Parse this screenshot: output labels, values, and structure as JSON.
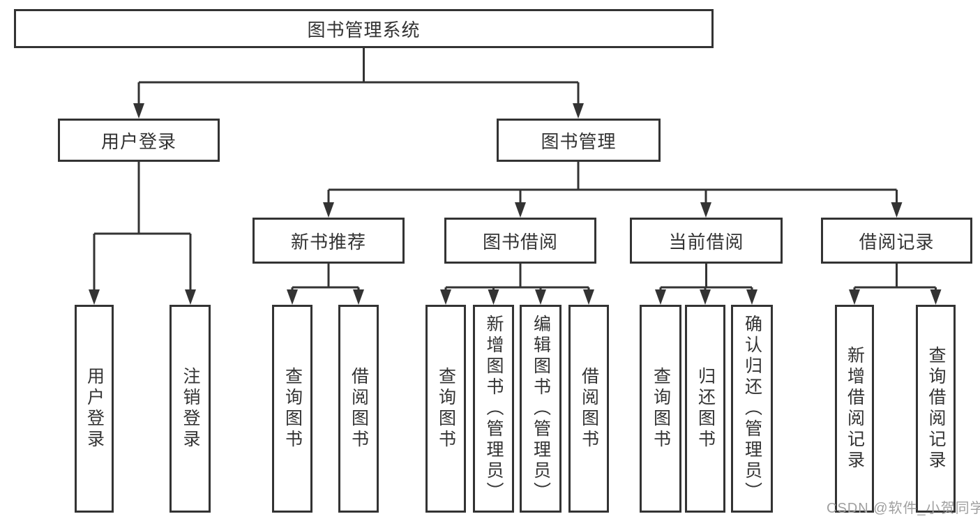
{
  "diagram": {
    "title": "图书管理系统",
    "type": "hierarchy-tree",
    "colors": {
      "line": "#333333",
      "text": "#333333",
      "box_background": "#ffffff",
      "page_background": "#ffffff",
      "watermark": "#9f9f9f"
    },
    "nodes": {
      "root": {
        "label": "图书管理系统"
      },
      "user_login": {
        "label": "用户登录"
      },
      "book_management": {
        "label": "图书管理"
      },
      "new_book_recommend": {
        "label": "新书推荐"
      },
      "book_borrowing": {
        "label": "图书借阅"
      },
      "current_borrowing": {
        "label": "当前借阅"
      },
      "borrowing_records": {
        "label": "借阅记录"
      },
      "ul_user_login": {
        "label": "用户登录"
      },
      "ul_logout": {
        "label": "注销登录"
      },
      "nb_query_books": {
        "label": "查询图书"
      },
      "nb_borrow_books": {
        "label": "借阅图书"
      },
      "bb_query_books": {
        "label": "查询图书"
      },
      "bb_add_books": {
        "label": "新增图书（管理员）"
      },
      "bb_edit_books": {
        "label": "编辑图书（管理员）"
      },
      "bb_borrow_books": {
        "label": "借阅图书"
      },
      "cb_query_books": {
        "label": "查询图书"
      },
      "cb_return_books": {
        "label": "归还图书"
      },
      "cb_confirm_return": {
        "label": "确认归还（管理员）"
      },
      "br_add_record": {
        "label": "新增借阅记录"
      },
      "br_query_record": {
        "label": "查询借阅记录"
      }
    },
    "hierarchy": {
      "图书管理系统": {
        "用户登录": [
          "用户登录",
          "注销登录"
        ],
        "图书管理": {
          "新书推荐": [
            "查询图书",
            "借阅图书"
          ],
          "图书借阅": [
            "查询图书",
            "新增图书（管理员）",
            "编辑图书（管理员）",
            "借阅图书"
          ],
          "当前借阅": [
            "查询图书",
            "归还图书",
            "确认归还（管理员）"
          ],
          "借阅记录": [
            "新增借阅记录",
            "查询借阅记录"
          ]
        }
      }
    }
  },
  "watermark": {
    "text": "CSDN @软件_小贺同学"
  }
}
